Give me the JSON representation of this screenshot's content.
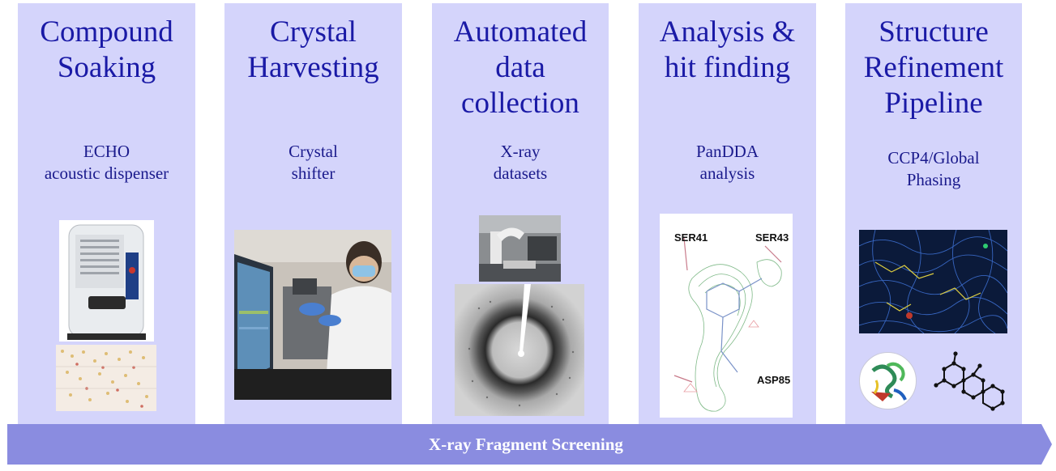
{
  "steps": [
    {
      "title": "Compound\nSoaking",
      "subtitle": "ECHO\nacoustic dispenser"
    },
    {
      "title": "Crystal\nHarvesting",
      "subtitle": "Crystal\nshifter"
    },
    {
      "title": "Automated\ndata\ncollection",
      "subtitle": "X-ray\ndatasets"
    },
    {
      "title": "Analysis &\nhit finding",
      "subtitle": "PanDDA\nanalysis"
    },
    {
      "title": "Structure\nRefinement\nPipeline",
      "subtitle": "CCP4/Global\nPhasing"
    }
  ],
  "density_labels": [
    "SER41",
    "SER43",
    "ASP85"
  ],
  "banner": {
    "label": "X-ray Fragment Screening"
  },
  "colors": {
    "panel": "#d4d4fb",
    "title_text": "#1a1aa6",
    "arrow": "#8a8ce0"
  }
}
